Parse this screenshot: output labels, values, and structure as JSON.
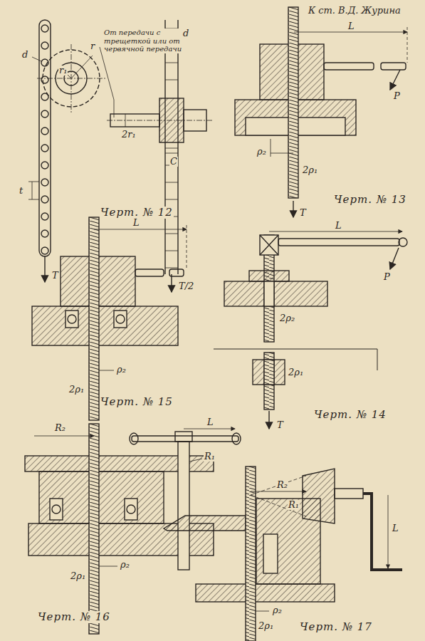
{
  "diagram": {
    "labels": [
      "К ст. В.Д. Журина",
      "d",
      "r",
      "От передачи с трещеткой или от червячной передачи",
      "r₁",
      "2r₁",
      "d",
      "C",
      "t",
      "T",
      "T/2",
      "Черт. № 12",
      "L",
      "P",
      "ρ₂",
      "2ρ₁",
      "T",
      "Черт. № 13",
      "L",
      "ρ₂",
      "2ρ₁",
      "Черт. № 15",
      "L",
      "P",
      "2ρ₂",
      "2ρ₁",
      "T",
      "Черт. № 14",
      "R₂",
      "L",
      "R₁",
      "2ρ₁",
      "ρ₂",
      "Черт. № 16",
      "R₂",
      "R₁",
      "L",
      "ρ₂",
      "2ρ₁",
      "Черт. № 17"
    ]
  }
}
